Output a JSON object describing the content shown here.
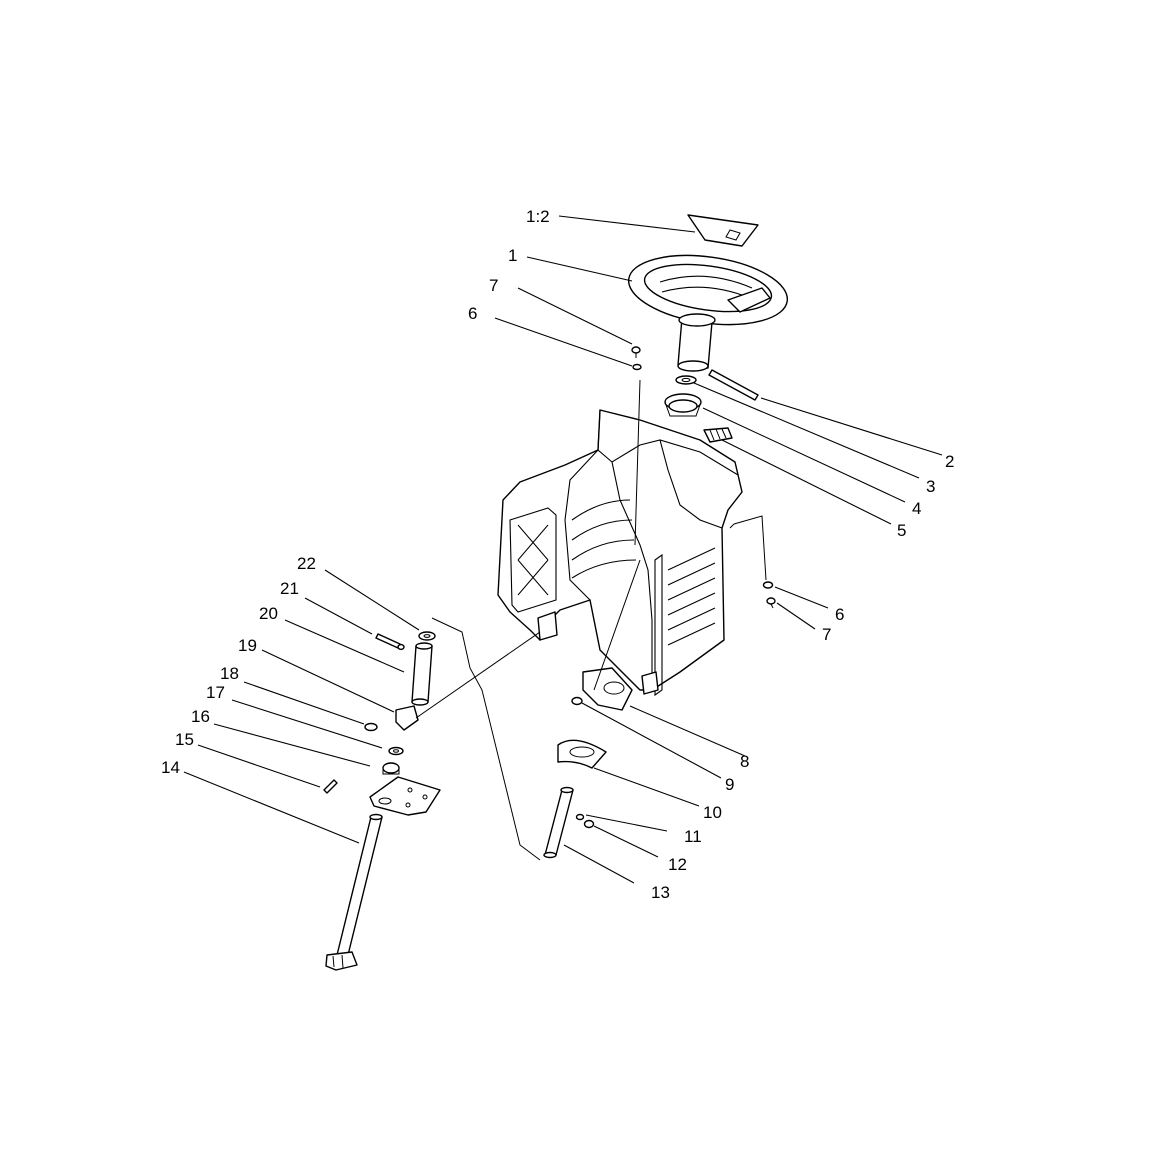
{
  "callouts": [
    {
      "id": "c12",
      "text": "1:2"
    },
    {
      "id": "c1",
      "text": "1"
    },
    {
      "id": "c7a",
      "text": "7"
    },
    {
      "id": "c6a",
      "text": "6"
    },
    {
      "id": "c2",
      "text": "2"
    },
    {
      "id": "c3",
      "text": "3"
    },
    {
      "id": "c4",
      "text": "4"
    },
    {
      "id": "c5",
      "text": "5"
    },
    {
      "id": "c6b",
      "text": "6"
    },
    {
      "id": "c7b",
      "text": "7"
    },
    {
      "id": "c22",
      "text": "22"
    },
    {
      "id": "c21",
      "text": "21"
    },
    {
      "id": "c20",
      "text": "20"
    },
    {
      "id": "c19",
      "text": "19"
    },
    {
      "id": "c18",
      "text": "18"
    },
    {
      "id": "c17",
      "text": "17"
    },
    {
      "id": "c16",
      "text": "16"
    },
    {
      "id": "c15",
      "text": "15"
    },
    {
      "id": "c14",
      "text": "14"
    },
    {
      "id": "c8",
      "text": "8"
    },
    {
      "id": "c9",
      "text": "9"
    },
    {
      "id": "c10",
      "text": "10"
    },
    {
      "id": "c11",
      "text": "11"
    },
    {
      "id": "c12b",
      "text": "12"
    },
    {
      "id": "c13",
      "text": "13"
    }
  ]
}
